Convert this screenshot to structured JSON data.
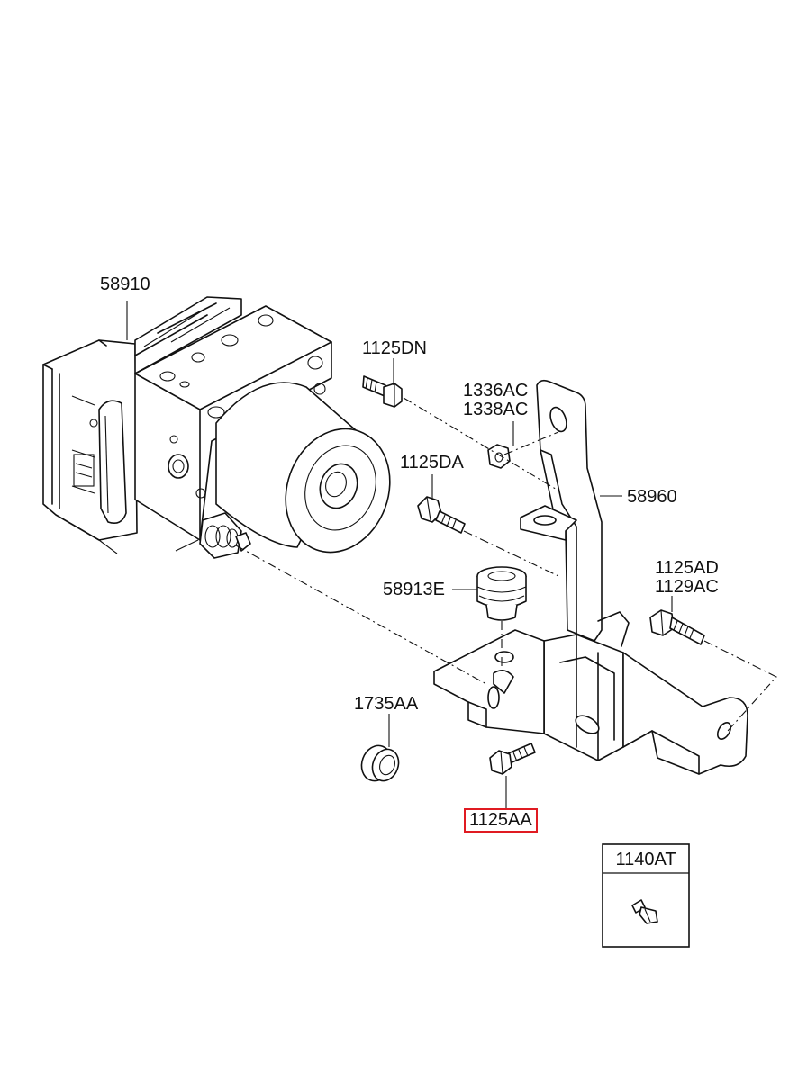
{
  "labels": {
    "p58910": "58910",
    "p1125DN": "1125DN",
    "p1336AC": "1336AC",
    "p1338AC": "1338AC",
    "p1125DA": "1125DA",
    "p58960": "58960",
    "p58913E": "58913E",
    "p1125AD": "1125AD",
    "p1129AC": "1129AC",
    "p1735AA": "1735AA",
    "p1125AA": "1125AA",
    "p1140AT": "1140AT"
  },
  "highlight_color": "#e01b22"
}
